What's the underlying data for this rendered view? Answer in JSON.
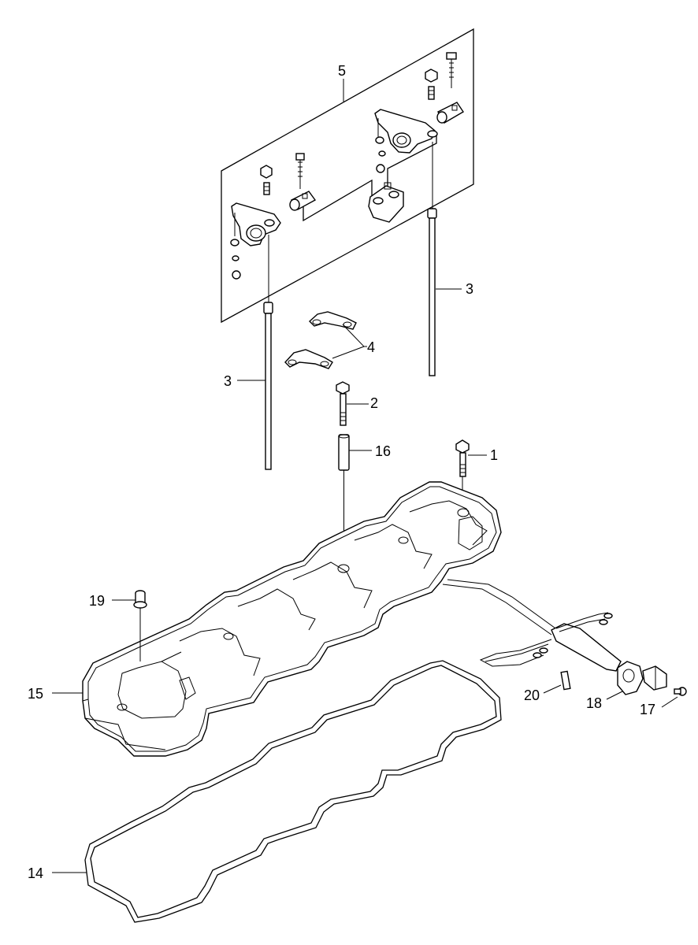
{
  "callouts": {
    "c1": "1",
    "c2": "2",
    "c3a": "3",
    "c3b": "3",
    "c4": "4",
    "c5": "5",
    "c14": "14",
    "c15": "15",
    "c16": "16",
    "c17": "17",
    "c18": "18",
    "c19": "19",
    "c20": "20"
  }
}
